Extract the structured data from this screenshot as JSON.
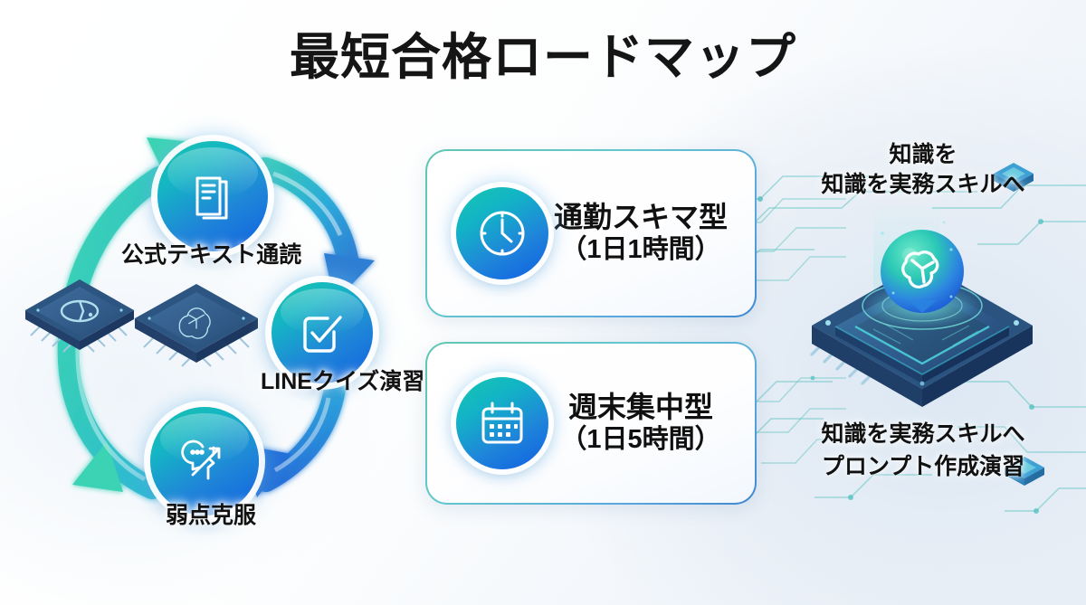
{
  "page": {
    "title": "最短合格ロードマップ",
    "background_start": "#ffffff",
    "background_end": "#e6edf5"
  },
  "cycle": {
    "name": "study-cycle",
    "accent_teal": "#18c3ab",
    "accent_blue": "#1160e0",
    "arrow_teal": "#35cbb8",
    "arrow_blue": "#2e7fd4",
    "steps": [
      {
        "id": "step-1",
        "label": "公式テキスト通読",
        "icon": "book-icon"
      },
      {
        "id": "step-2",
        "label": "LINEクイズ演習",
        "icon": "checkbox-check-icon"
      },
      {
        "id": "step-3",
        "label": "弱点克服",
        "icon": "head-growth-icon"
      }
    ],
    "center_chips": [
      {
        "id": "chip-orbit",
        "icon": "orbit-chip-icon"
      },
      {
        "id": "chip-ai",
        "icon": "ai-flower-chip-icon"
      }
    ]
  },
  "cards": [
    {
      "id": "card-commute",
      "icon": "clock-icon",
      "line1": "通勤スキマ型",
      "line2": "（1日1時間）",
      "border_color": "#5fc6b3"
    },
    {
      "id": "card-weekend",
      "icon": "calendar-icon",
      "line1": "週末集中型",
      "line2": "（1日5時間）",
      "border_color": "#5fc6b3"
    }
  ],
  "right_panel": {
    "top_line1": "知識を",
    "top_line2": "知識を実務スキルへ",
    "bottom_line1": "知識を実務スキルへ",
    "bottom_line2": "プロンプト作成演習",
    "illustration": "ai-chip-hologram-icon",
    "circuit_color": "#4fc0bf"
  }
}
